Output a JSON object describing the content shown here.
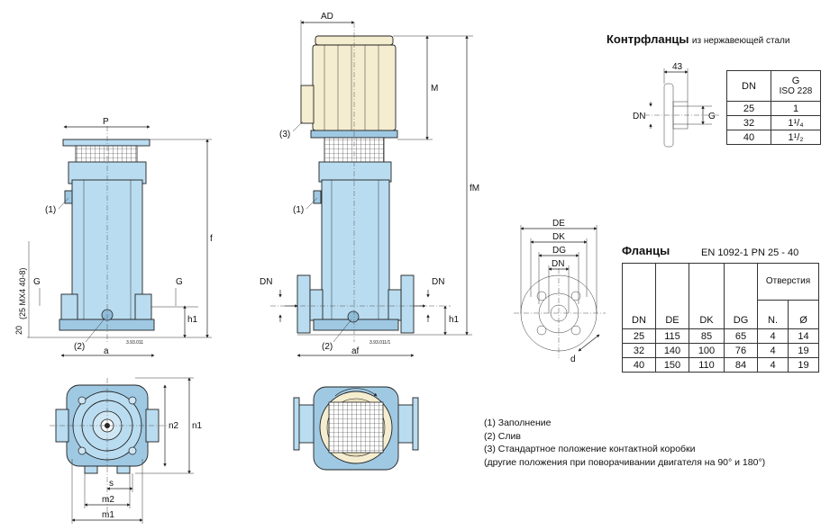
{
  "diagram": {
    "left_view": {
      "top_dim": "P",
      "right_dim": "f",
      "callout_1": "(1)",
      "callout_2": "(2)",
      "g_left": "G",
      "g_right": "G",
      "h1": "h1",
      "a": "a",
      "rotated_label": "(25 MX4 40-8)",
      "label_20": "20",
      "drawing_no": "3.93.011"
    },
    "middle_view": {
      "ad": "AD",
      "m": "M",
      "fm": "fM",
      "callout_3": "(3)",
      "callout_1": "(1)",
      "callout_2": "(2)",
      "dn_left": "DN",
      "dn_right": "DN",
      "h1": "h1",
      "af": "af",
      "drawing_no": "3.93.011/1"
    },
    "bottom_view": {
      "n1": "n1",
      "n2": "n2",
      "s": "s",
      "m1": "m1",
      "m2": "m2"
    },
    "counterflange_sketch": {
      "dim_43": "43",
      "dn": "DN",
      "g": "G"
    },
    "flange_sketch": {
      "de": "DE",
      "dk": "DK",
      "dg": "DG",
      "d": "d"
    }
  },
  "counterflanges": {
    "title": "Контрфланцы",
    "subtitle": "из нержавеющей стали",
    "headers": [
      "DN",
      "G",
      "ISO 228"
    ],
    "rows": [
      [
        "25",
        "1"
      ],
      [
        "32",
        "1¹/₄"
      ],
      [
        "40",
        "1¹/₂"
      ]
    ]
  },
  "flanges": {
    "title": "Фланцы",
    "standard": "EN 1092-1   PN 25 - 40",
    "holes_header": "Отверстия",
    "headers": [
      "DN",
      "DE",
      "DK",
      "DG",
      "N.",
      "Ø"
    ],
    "rows": [
      [
        "25",
        "115",
        "85",
        "65",
        "4",
        "14"
      ],
      [
        "32",
        "140",
        "100",
        "76",
        "4",
        "19"
      ],
      [
        "40",
        "150",
        "110",
        "84",
        "4",
        "19"
      ]
    ]
  },
  "notes": [
    "(1) Заполнение",
    "(2) Слив",
    "(3) Стандартное положение контактной коробки",
    "(другие положения при поворачивании двигателя на 90° и 180°)"
  ]
}
